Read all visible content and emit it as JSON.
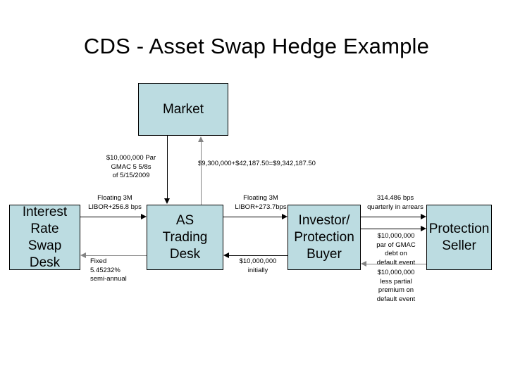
{
  "slide": {
    "title": "CDS - Asset Swap Hedge Example",
    "background_color": "#ffffff",
    "node_fill_color": "#bcdce1",
    "node_border_color": "#000000",
    "black_arrow_color": "#000000",
    "gray_arrow_color": "#848484"
  },
  "nodes": {
    "market": "Market",
    "interest_rate_swap_desk": "Interest\nRate Swap\nDesk",
    "as_trading_desk": "AS\nTrading\nDesk",
    "investor_protection_buyer": "Investor/\nProtection\nBuyer",
    "protection_seller": "Protection\nSeller"
  },
  "edge_labels": {
    "market_to_as_desk": "$10,000,000 Par\nGMAC 5 5/8s\nof 5/15/2009",
    "as_desk_to_market": "$9,300,000+$42,187.50=$9,342,187.50",
    "irs_to_as_floating": "Floating 3M\nLIBOR+256.8 bps",
    "as_to_irs_fixed": "Fixed\n5.45232%\nsemi-annual",
    "as_to_investor_floating": "Floating 3M\nLIBOR+273.7bps",
    "investor_to_as_principal": "$10,000,000\ninitially",
    "investor_to_seller_premium": "314.486 bps\nquarterly in arrears",
    "investor_to_seller_default": "$10,000,000\npar of GMAC\ndebt on\ndefault event",
    "seller_to_investor_default": "$10,000,000\nless partial\npremium on\ndefault event"
  }
}
